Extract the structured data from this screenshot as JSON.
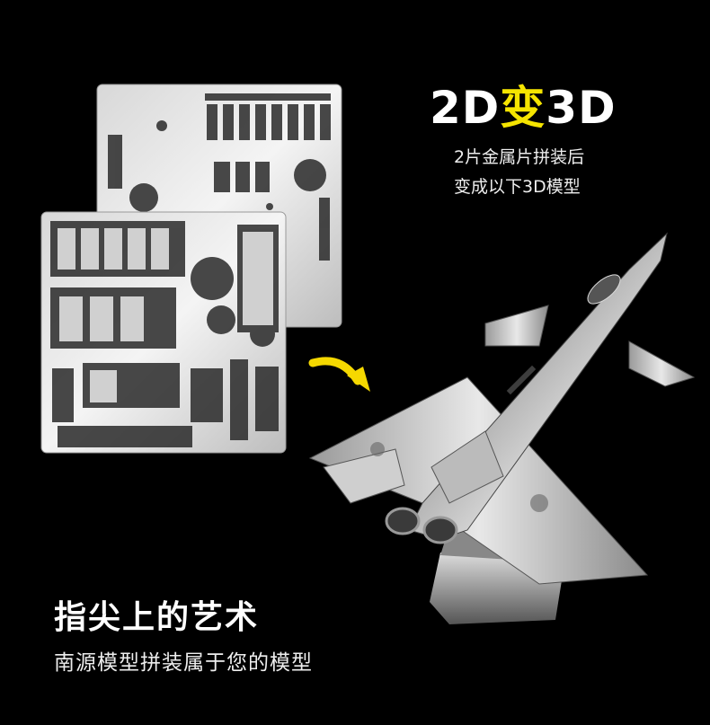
{
  "headline": {
    "part1": "2D",
    "part2": "变",
    "part3": "3D"
  },
  "subtitle": {
    "line1": "2片金属片拼装后",
    "line2": "变成以下3D模型"
  },
  "tagline": {
    "title": "指尖上的艺术",
    "subtitle": "南源模型拼装属于您的模型"
  },
  "colors": {
    "accent": "#f5e400",
    "background": "#000000"
  }
}
